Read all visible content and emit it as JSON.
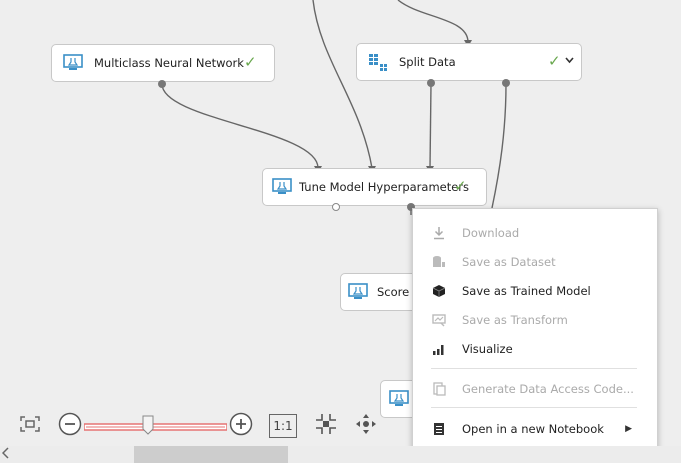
{
  "canvas": {
    "nodes": {
      "multiclass": {
        "label": "Multiclass Neural Network",
        "status": "✓"
      },
      "split": {
        "label": "Split Data",
        "status": "✓"
      },
      "tune": {
        "label": "Tune Model Hyperparameters",
        "status": "✓"
      },
      "score": {
        "label": "Score M"
      }
    }
  },
  "context_menu": {
    "items": [
      {
        "label": "Download",
        "enabled": false,
        "icon": "download-icon"
      },
      {
        "label": "Save as Dataset",
        "enabled": false,
        "icon": "dataset-icon"
      },
      {
        "label": "Save as Trained Model",
        "enabled": true,
        "icon": "cube-icon"
      },
      {
        "label": "Save as Transform",
        "enabled": false,
        "icon": "transform-icon"
      },
      {
        "label": "Visualize",
        "enabled": true,
        "icon": "bar-chart-icon"
      },
      {
        "label": "Generate Data Access Code...",
        "enabled": false,
        "icon": "code-icon"
      },
      {
        "label": "Open in a new Notebook",
        "enabled": true,
        "icon": "notebook-icon",
        "has_submenu": true
      }
    ]
  },
  "toolbar": {
    "zoom_actual_label": "1:1",
    "zoom_level": 0.45
  },
  "colors": {
    "accent": "#3a8fc7",
    "check": "#6aa84f",
    "slider_track": "#e57373"
  }
}
